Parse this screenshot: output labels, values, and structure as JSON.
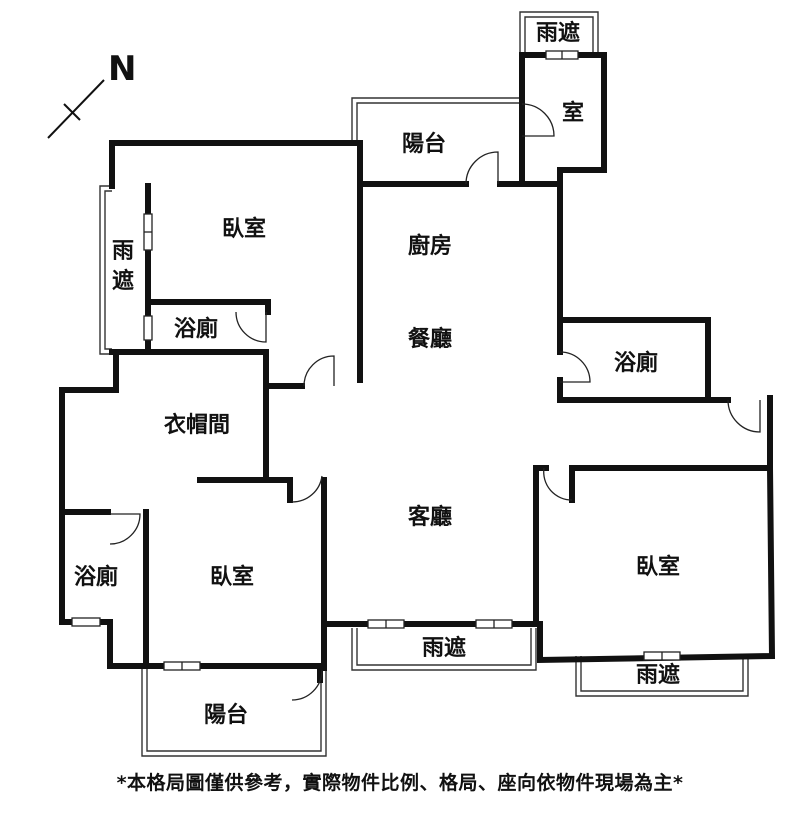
{
  "compass": {
    "label": "N"
  },
  "rooms": {
    "bedroom_top": "臥室",
    "rain_shelter_left": "雨遮",
    "bathroom_top_left": "浴廁",
    "balcony_top": "陽台",
    "small_room_top_right": "室",
    "rain_shelter_top_right": "雨遮",
    "kitchen": "廚房",
    "dining": "餐廳",
    "bathroom_right": "浴廁",
    "closet": "衣帽間",
    "living": "客廳",
    "bathroom_bottom_left": "浴廁",
    "bedroom_bottom_left": "臥室",
    "bedroom_bottom_right": "臥室",
    "rain_shelter_bottom_center": "雨遮",
    "rain_shelter_bottom_right": "雨遮",
    "balcony_bottom": "陽台"
  },
  "disclaimer": "*本格局圖僅供參考，實際物件比例、格局、座向依物件現場為主*"
}
